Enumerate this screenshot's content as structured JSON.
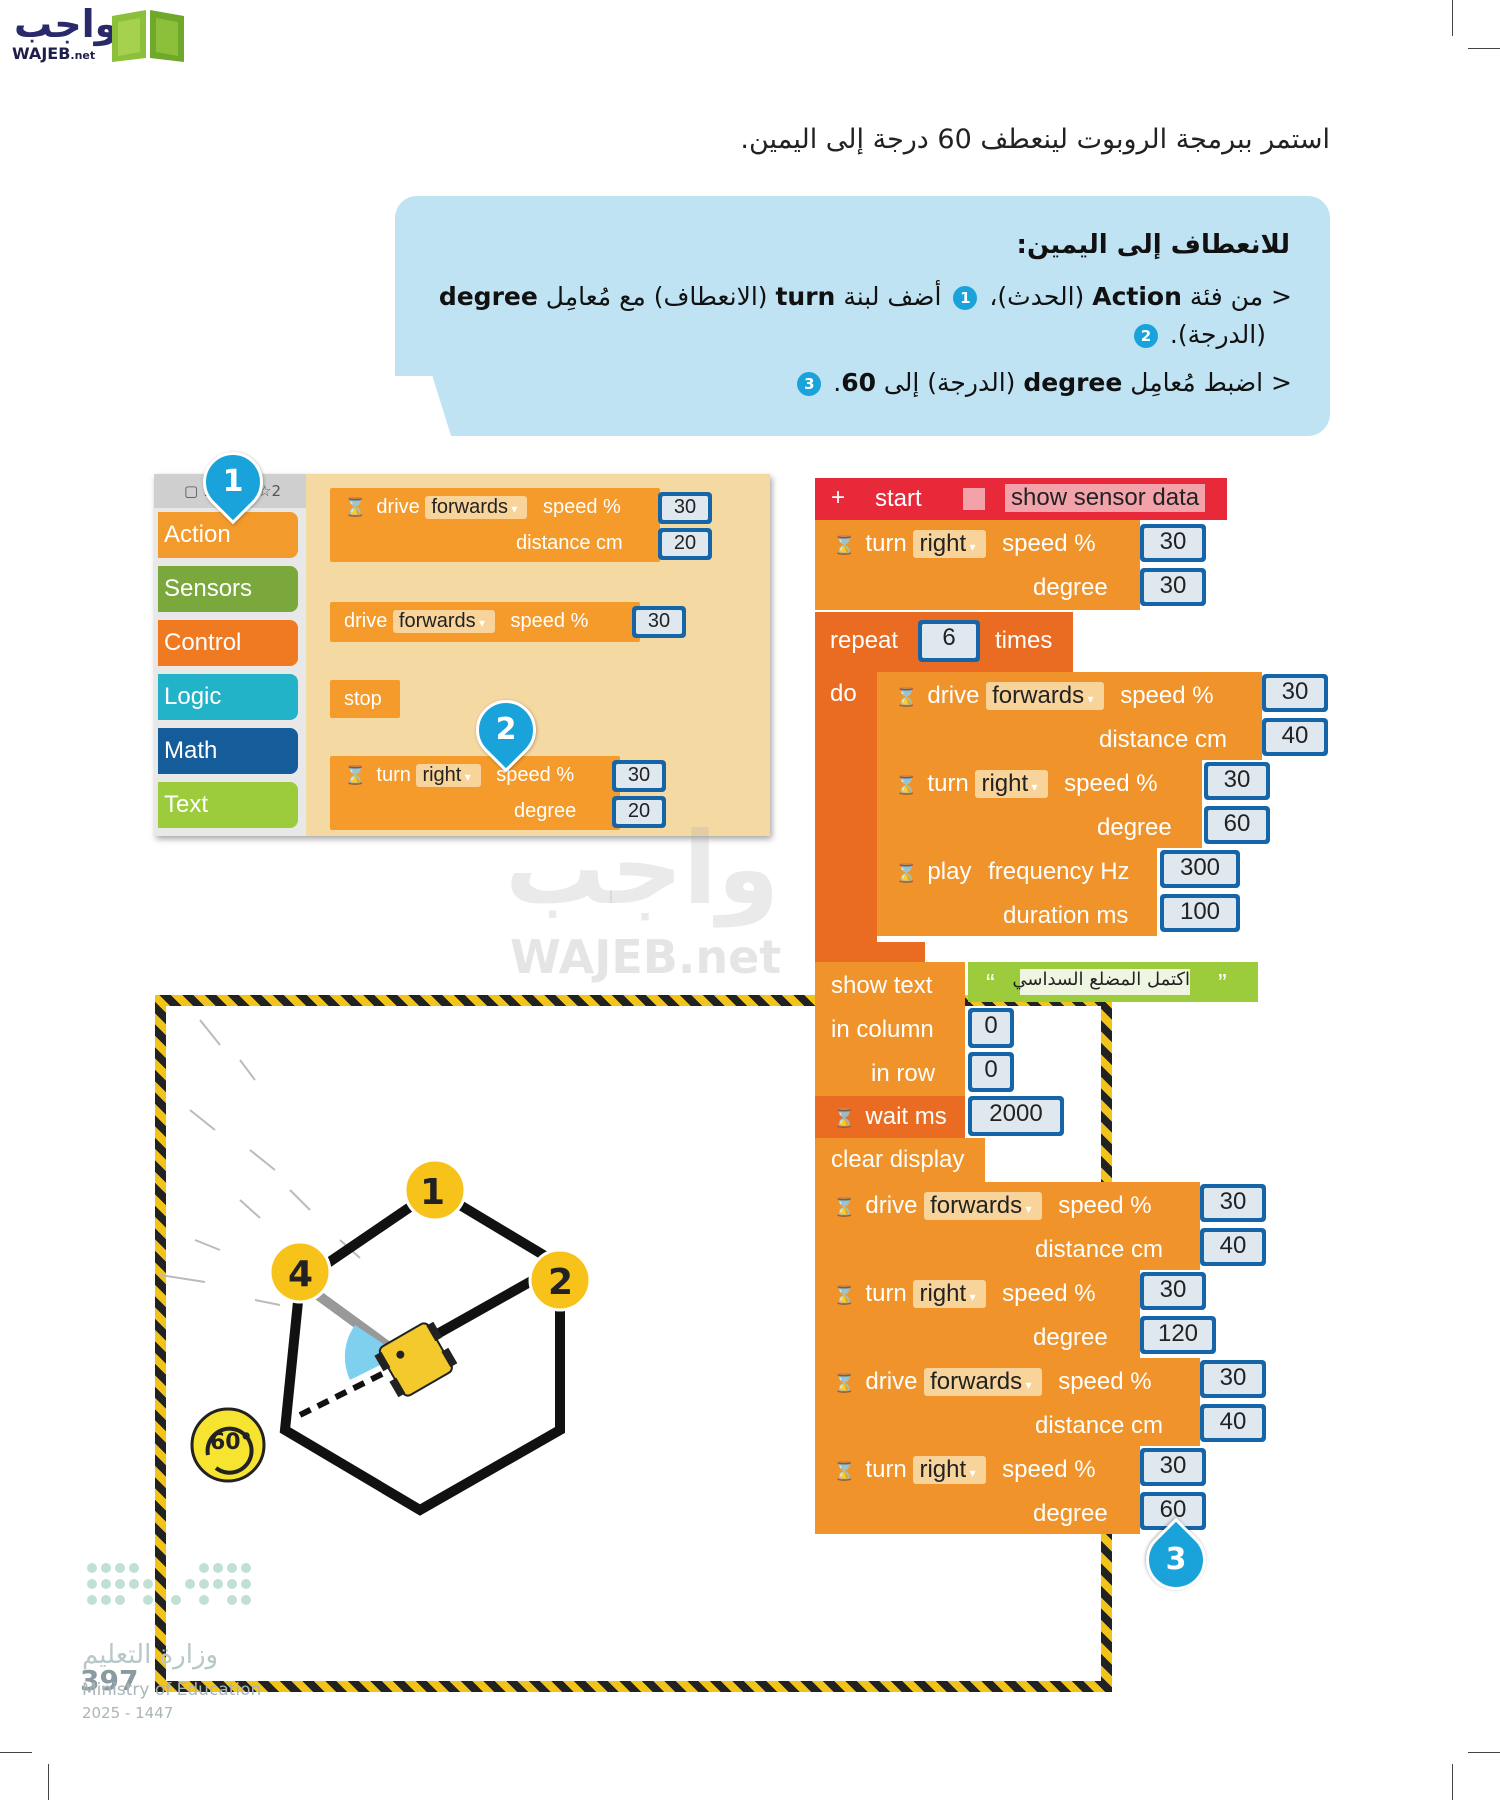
{
  "header": {
    "logo_ar": "واجب",
    "logo_en": "WAJEB",
    "logo_en_suffix": ".net"
  },
  "intro": "استمر ببرمجة الروبوت لينعطف 60 درجة إلى اليمين.",
  "instructions": {
    "title": "للانعطاف إلى اليمين:",
    "step1_a": "< من فئة ",
    "step1_b": "Action",
    "step1_c": " (الحدث)، ",
    "step1_n1": "1",
    "step1_d": " أضف لبنة ",
    "step1_e": "turn",
    "step1_f": " (الانعطاف) مع مُعامِل ",
    "step1_g": "degree",
    "step1_h": "(الدرجة). ",
    "step1_n2": "2",
    "step2_a": "< اضبط مُعامِل ",
    "step2_b": "degree",
    "step2_c": " (الدرجة) إلى ",
    "step2_d": "60",
    "step2_e": ". ",
    "step2_n3": "3"
  },
  "palette": {
    "top_left": "▢ 1",
    "top_right": "☆2",
    "categories": [
      {
        "label": "Action",
        "color": "#f39a2c"
      },
      {
        "label": "Sensors",
        "color": "#7ba83c"
      },
      {
        "label": "Control",
        "color": "#f07a22"
      },
      {
        "label": "Logic",
        "color": "#23b3c9"
      },
      {
        "label": "Math",
        "color": "#155c9b"
      },
      {
        "label": "Text",
        "color": "#9ccc3c"
      }
    ],
    "b1": {
      "drive": "drive",
      "dir": "forwards",
      "speed": "speed %",
      "speed_val": "30",
      "dist": "distance cm",
      "dist_val": "20"
    },
    "b2": {
      "drive": "drive",
      "dir": "forwards",
      "speed": "speed %",
      "speed_val": "30"
    },
    "b3": {
      "stop": "stop"
    },
    "b4": {
      "turn": "turn",
      "dir": "right",
      "speed": "speed %",
      "speed_val": "30",
      "degree": "degree",
      "degree_val": "20"
    },
    "pin1": "1",
    "pin2": "2"
  },
  "code": {
    "start": "start",
    "show_sensor": "show sensor data",
    "t1": {
      "turn": "turn",
      "dir": "right",
      "speed": "speed %",
      "speed_val": "30",
      "degree": "degree",
      "degree_val": "30"
    },
    "repeat": "repeat",
    "repeat_val": "6",
    "times": "times",
    "do": "do",
    "r1": {
      "drive": "drive",
      "dir": "forwards",
      "speed": "speed %",
      "speed_val": "30",
      "dist": "distance cm",
      "dist_val": "40"
    },
    "r2": {
      "turn": "turn",
      "dir": "right",
      "speed": "speed %",
      "speed_val": "30",
      "degree": "degree",
      "degree_val": "60"
    },
    "r3": {
      "play": "play",
      "freq": "frequency Hz",
      "freq_val": "300",
      "dur": "duration ms",
      "dur_val": "100"
    },
    "show_text": "show text",
    "show_text_val": "اكتمل المضلع السداسي",
    "in_column": "in column",
    "col_val": "0",
    "in_row": "in row",
    "row_val": "0",
    "wait": "wait ms",
    "wait_val": "2000",
    "clear": "clear display",
    "d1": {
      "drive": "drive",
      "dir": "forwards",
      "speed": "speed %",
      "speed_val": "30",
      "dist": "distance cm",
      "dist_val": "40"
    },
    "t2": {
      "turn": "turn",
      "dir": "right",
      "speed": "speed %",
      "speed_val": "30",
      "degree": "degree",
      "degree_val": "120"
    },
    "d2": {
      "drive": "drive",
      "dir": "forwards",
      "speed": "speed %",
      "speed_val": "30",
      "dist": "distance cm",
      "dist_val": "40"
    },
    "t3": {
      "turn": "turn",
      "dir": "right",
      "speed": "speed %",
      "speed_val": "30",
      "degree": "degree",
      "degree_val": "60"
    },
    "pin3": "3"
  },
  "arena": {
    "vertex_labels": [
      "1",
      "2",
      "4"
    ],
    "angle_label": "60°"
  },
  "watermark": {
    "ar": "واجب",
    "en": "WAJEB.net"
  },
  "footer": {
    "page": "397",
    "ministry_ar": "وزارة التعليم",
    "ministry_en": "Ministry of Education",
    "year": "2025 - 1447"
  }
}
